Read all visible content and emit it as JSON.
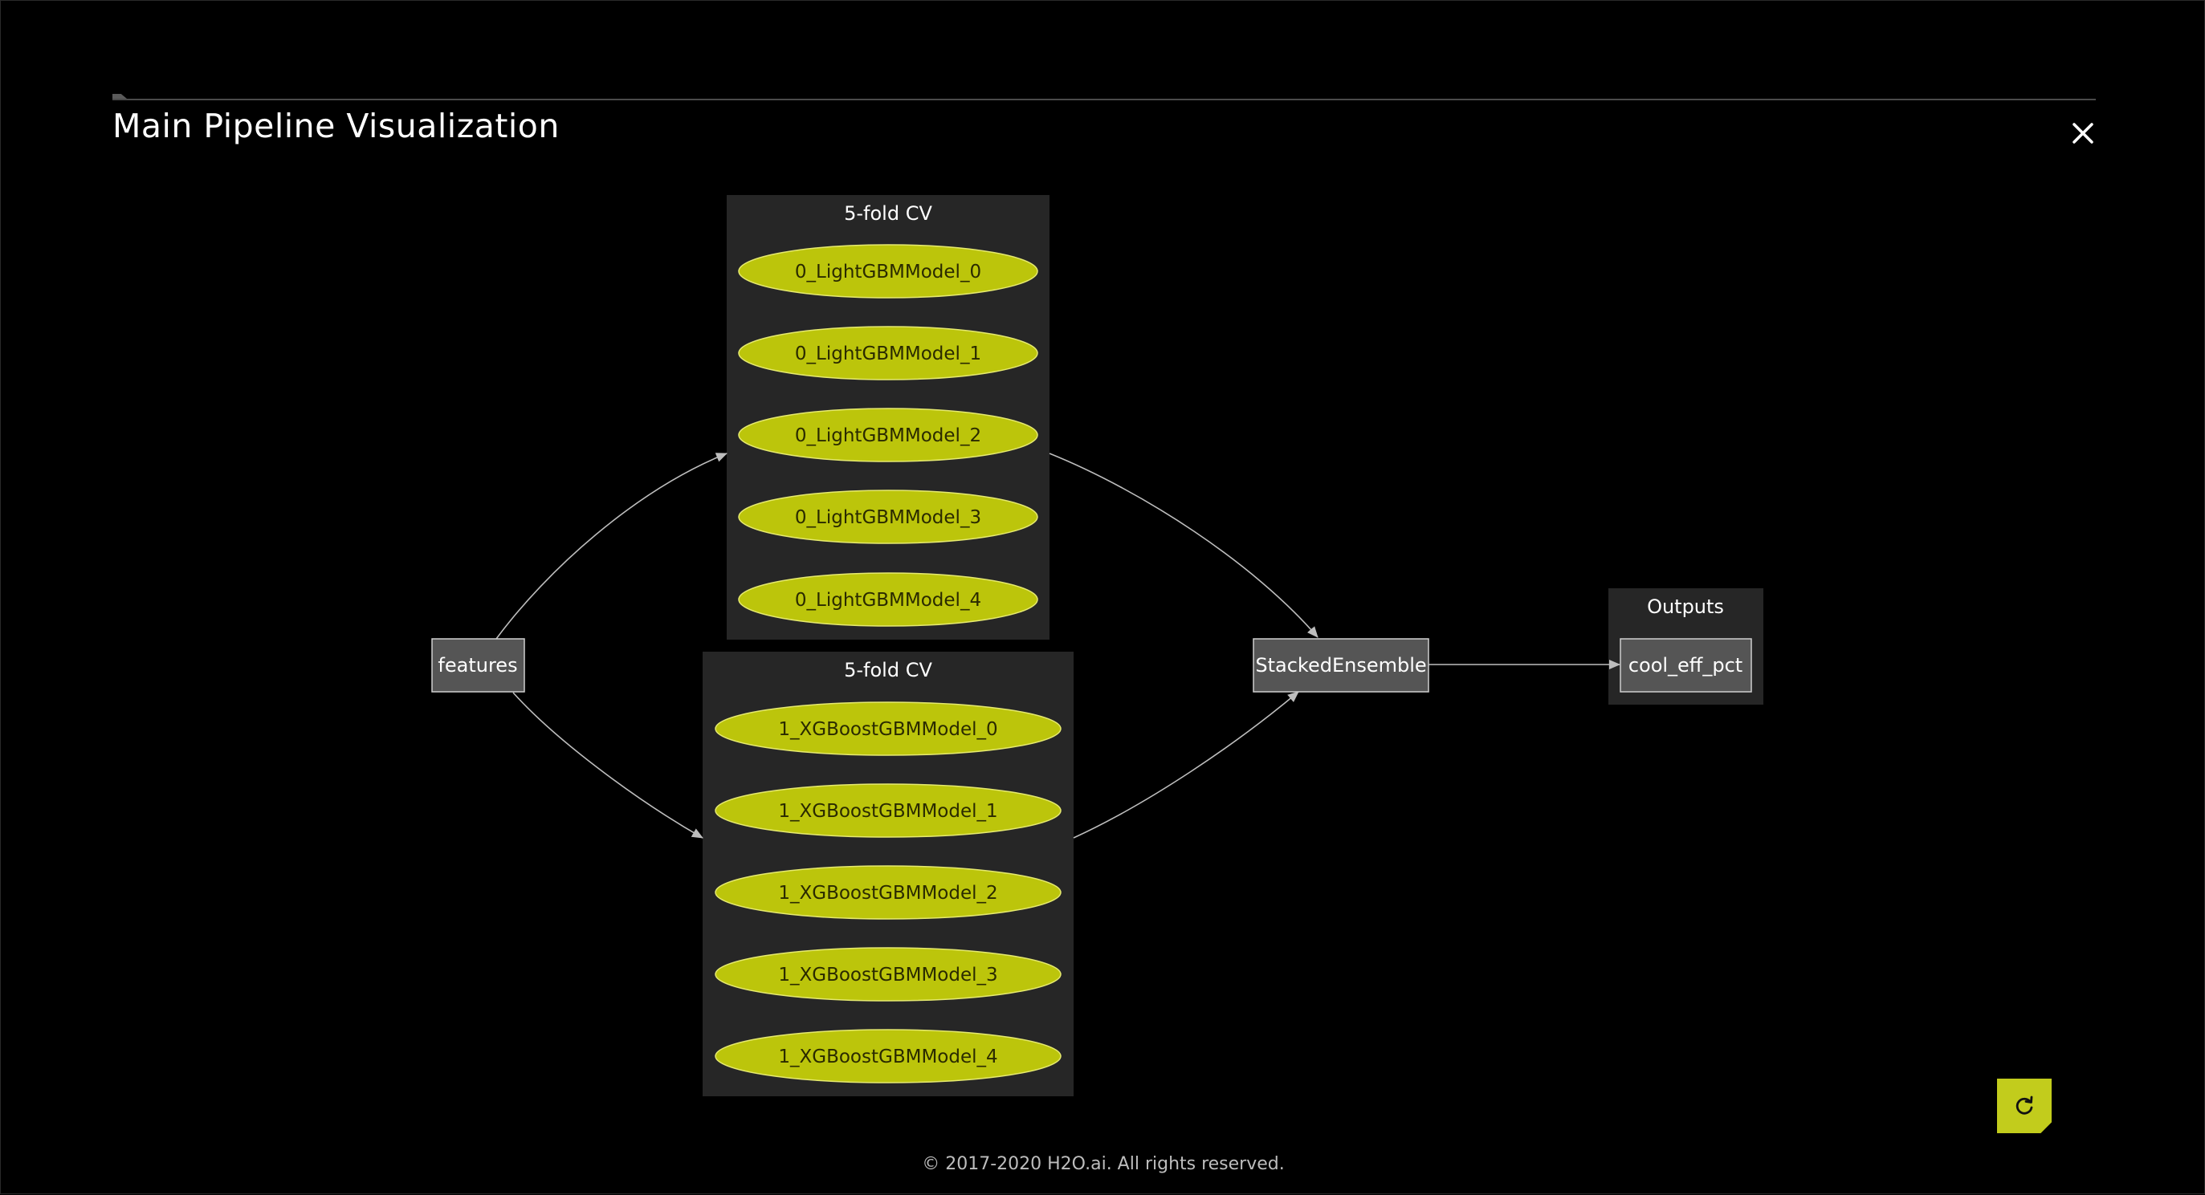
{
  "modal": {
    "title": "Main Pipeline Visualization",
    "close_icon": "close-icon"
  },
  "graph": {
    "clusters": [
      {
        "label": "5-fold CV",
        "models": [
          "0_LightGBMModel_0",
          "0_LightGBMModel_1",
          "0_LightGBMModel_2",
          "0_LightGBMModel_3",
          "0_LightGBMModel_4"
        ]
      },
      {
        "label": "5-fold CV",
        "models": [
          "1_XGBoostGBMModel_0",
          "1_XGBoostGBMModel_1",
          "1_XGBoostGBMModel_2",
          "1_XGBoostGBMModel_3",
          "1_XGBoostGBMModel_4"
        ]
      }
    ],
    "input_node": "features",
    "ensemble_node": "StackedEnsemble",
    "outputs": {
      "label": "Outputs",
      "node": "cool_eff_pct"
    },
    "colors": {
      "model_fill": "#bcc50b",
      "cluster_bg": "#262626",
      "node_fill": "#555555",
      "edge": "#bdbdbd"
    }
  },
  "refresh": {
    "icon": "refresh-icon",
    "color": "#c2cc1c"
  },
  "footer": {
    "copyright": "© 2017-2020 H2O.ai. All rights reserved."
  }
}
